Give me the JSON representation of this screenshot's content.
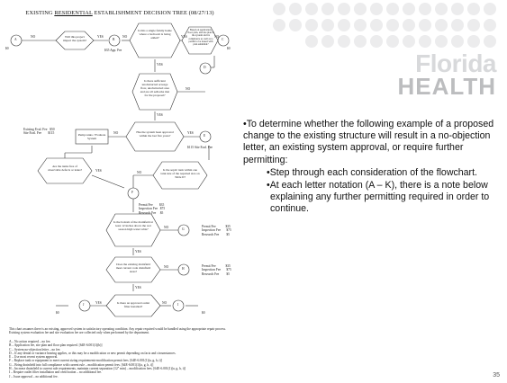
{
  "flowchart": {
    "title_prefix": "EXISTING",
    "title_underlined": "RESIDENTIAL",
    "title_suffix": "ESTABLISHMENT DECISION TREE (08/27/13)",
    "q_project": "Will this project impact the system?",
    "q_single_family": "Is this a single family home where a bedroom is being added?",
    "q_based_on_app": "Based on application, floor plan, and site plan is the system and its compliance as well as to permit to be issued with plan submittal?",
    "q_sufficient": "Is there sufficient unobstructed acreage flow, unobstructed area and are all setbacks met for the proposal?",
    "q_approved": "Has the system been approved within the last five years?",
    "q_septic_tank": "Is the septic tank within one tank size of the required size on Table II?",
    "q_tanks_free": "Are the tanks free of observable defects or leaks?",
    "q_drainfield": "Is the bottom of the drainfield at least 12 inches above the wet season high water table?",
    "q_existing_drainfield": "Does the existing drainfield meet current code drainfield sizes?",
    "q_approved_outlet": "Is there an approved outlet filter installed?",
    "pump_box": "Pump tanks / Evaluate System",
    "node_a": "A",
    "node_b": "B",
    "node_c": "C",
    "node_d": "D",
    "node_e": "E",
    "node_f": "F",
    "node_g": "G",
    "node_h": "H",
    "node_i": "I",
    "node_j": "J",
    "yes": "YES",
    "no": "NO",
    "fee_0a": "$0",
    "fee_0b": "$0",
    "fee_0c": "$0",
    "fee_0d": "$0",
    "app_fee": "$35 App. Fee",
    "fee_left": "Existing Eval. Fee   $50\nSite Eval. Fee        $115",
    "fee_e": "$115  Site Eval. Fee",
    "fee_permit_1": "Permit Fee        $35\nInspection Fee   $75\nResearch Fee     $5",
    "fee_permit_g": "Permit Fee            $35\nInspection Fee       $75\nResearch Fee         $5",
    "fee_permit_h": "Permit Fee            $35\nInspection Fee       $75\nResearch Fee         $5",
    "footer_intro": "This chart assumes there is an existing, approved system in satisfactory operating condition. Any repair required would be handled using the appropriate repair process. Existing system evaluation fee and site evaluation fee are collected only when performed by the department.",
    "footer_lines": [
      "A – No action required – no fee.",
      "B – Application fee, site plan and floor plan required. [64E-6.001(1)(b)]",
      "C – System no-objection letter – no fee.",
      "D – If any denial or variance hearing applies, or this may be a modification or new permit depending on facts and circumstances.",
      "E – Use most recent system approval.",
      "F – Replace tank or equipment to meet current sizing requirements-modification permit fees. [64E-6.001(1)(a, g, h, i)]",
      "G – Bring drainfield into full compliance with current rule – modification permit fees. [64E-6.001(1)(a, g, h, i)]",
      "H – Increase drainfield to current rule requirements, maintain current separation (12\" min) – modification fees. [64E-6.001(1)(a, g, h, i)]",
      "I – Require outlet filter installation and certification – no additional fee.",
      "J – Issue approval – no additional fee."
    ]
  },
  "logo": {
    "line1": "Florida",
    "line2": "HEALTH"
  },
  "bullets": {
    "main": "•To determine whether the following example of a proposed change to the existing structure will result in a no-objection letter, an existing system approval, or require further permitting:",
    "sub1": "•Step through each consideration of the flowchart.",
    "sub2": "•At each letter notation (A – K), there is a note below explaining any further permitting required in order to continue."
  },
  "page_number": "35"
}
